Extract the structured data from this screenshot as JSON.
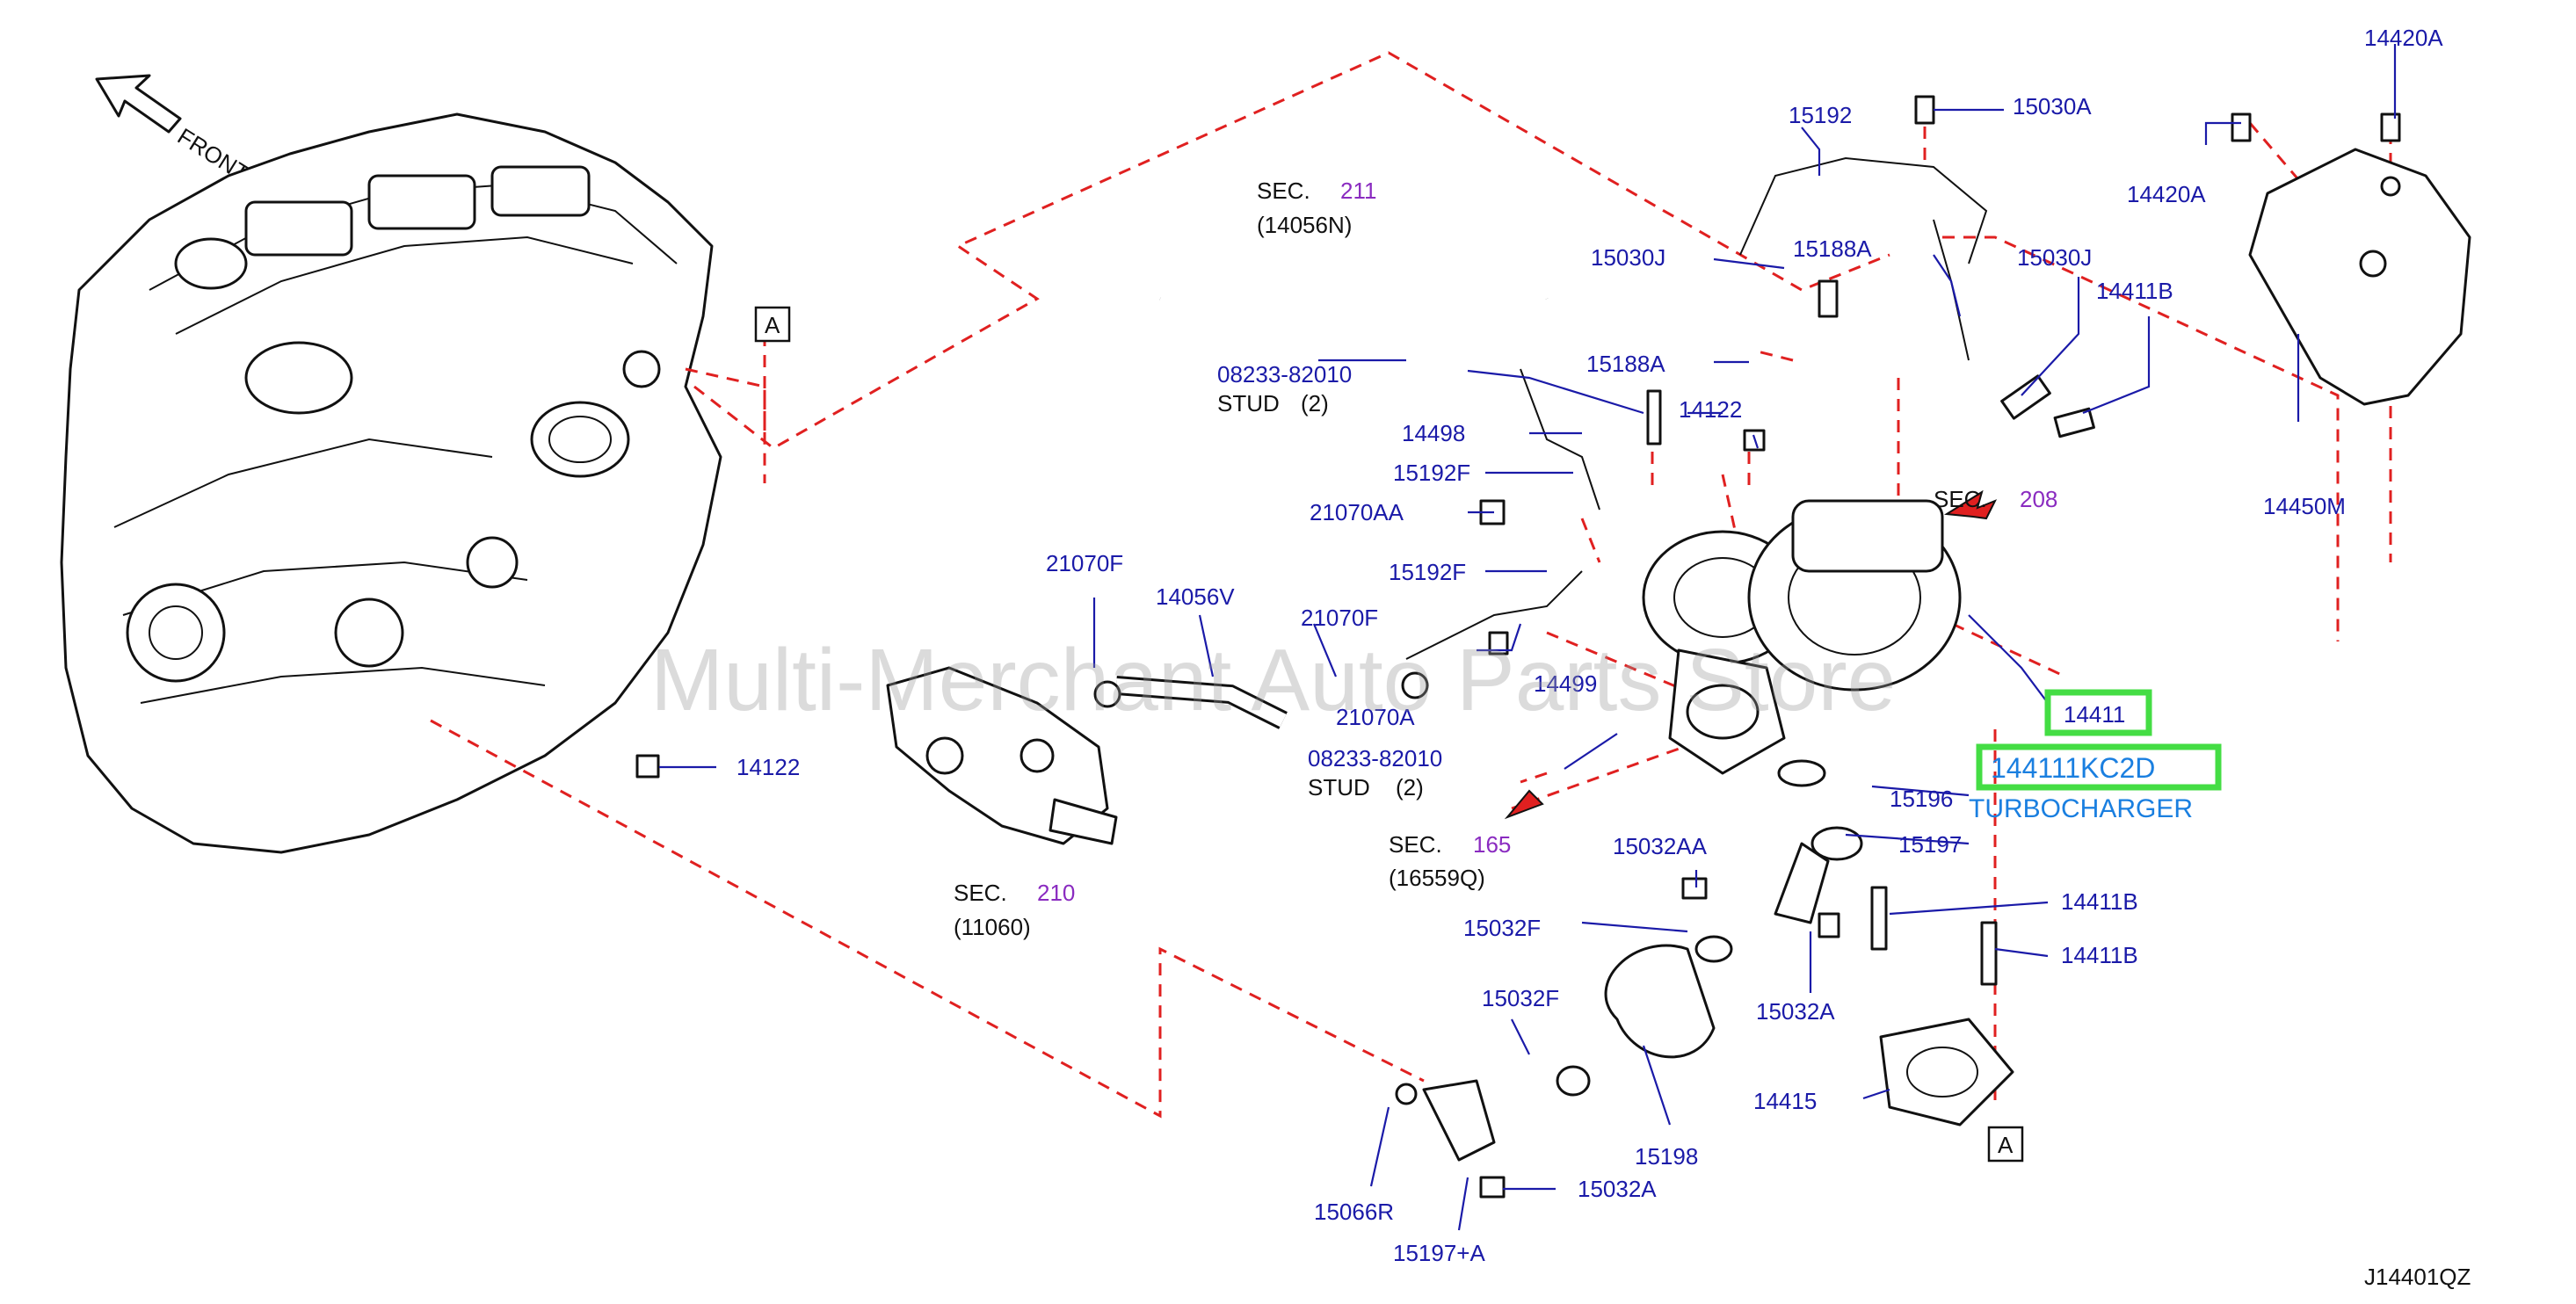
{
  "diagram_code": "J14401QZ",
  "watermark": "Multi-Merchant Auto Parts Store",
  "front": "FRONT",
  "ref_marker": "A",
  "colors": {
    "label": "#1a1aa8",
    "sec_number": "#8a2bc0",
    "dashed_line": "#e02020",
    "highlight": "#44dd44",
    "callout_text": "#1a7fe0"
  },
  "sections": [
    {
      "sec": "SEC.",
      "num": "211",
      "sub": "(14056N)"
    },
    {
      "sec": "SEC.",
      "num": "208"
    },
    {
      "sec": "SEC.",
      "num": "165",
      "sub": "(16559Q)"
    },
    {
      "sec": "SEC.",
      "num": "210",
      "sub": "(11060)"
    }
  ],
  "studs": [
    {
      "part": "08233-82010",
      "desc": "STUD",
      "qty": "(2)"
    },
    {
      "part": "08233-82010",
      "desc": "STUD",
      "qty": "(2)"
    }
  ],
  "labels": {
    "p15192": "15192",
    "p15030A": "15030A",
    "p14420A_1": "14420A",
    "p14420A_2": "14420A",
    "p15030J_1": "15030J",
    "p15188A_1": "15188A",
    "p15030J_2": "15030J",
    "p14411B_1": "14411B",
    "p15188A_2": "15188A",
    "p14122_1": "14122",
    "p14498": "14498",
    "p15192F_1": "15192F",
    "p21070AA": "21070AA",
    "p15192F_2": "15192F",
    "p21070F_1": "21070F",
    "p14056V": "14056V",
    "p21070F_2": "21070F",
    "p14499": "14499",
    "p21070A": "21070A",
    "p14450M": "14450M",
    "p14411": "14411",
    "p14122_2": "14122",
    "p15196": "15196",
    "p15197": "15197",
    "p15032AA": "15032AA",
    "p15032F_1": "15032F",
    "p14411B_2": "14411B",
    "p14411B_3": "14411B",
    "p15032A_1": "15032A",
    "p15032F_2": "15032F",
    "p14415": "14415",
    "p15198": "15198",
    "p15066R": "15066R",
    "p15032A_2": "15032A",
    "p15197A": "15197+A"
  },
  "callout": {
    "part_number": "144111KC2D",
    "name": "TURBOCHARGER"
  }
}
